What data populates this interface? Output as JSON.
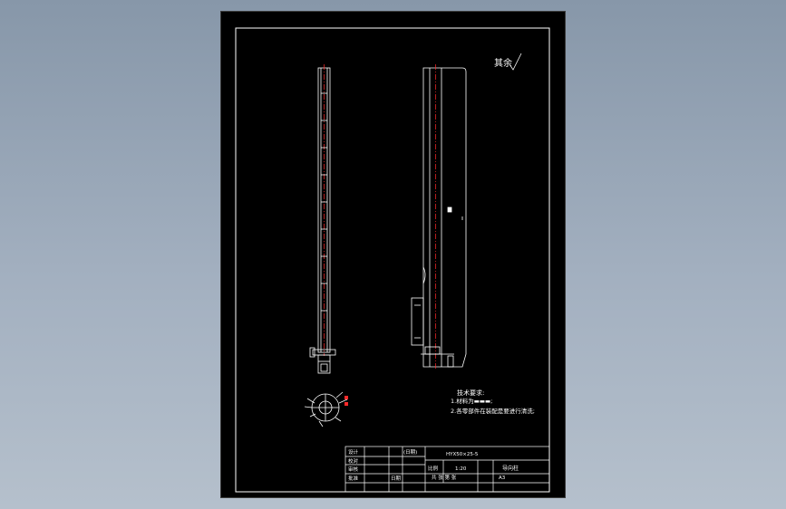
{
  "drawing": {
    "roughness_mark": "其余",
    "notes_title": "技术要求:",
    "notes": [
      "1.材料为▬▬▬;",
      "2.各零部件在装配是要进行清洗;"
    ]
  },
  "title_block": {
    "r1_design": "设计",
    "r1_std": "(日期)",
    "r1_part": "HYX50×25-5",
    "r2_check": "校对",
    "r3_review": "审核",
    "r3_scale_label": "比例",
    "r3_scale": "1:20",
    "r3_name": "导向柱",
    "r4_approve": "批准",
    "r4_date": "日期",
    "r4_sheet": "共  张  第  张",
    "r4_code": "A3"
  },
  "colors": {
    "line": "#ffffff",
    "center_line": "#ff2a2a",
    "sheet_bg": "#000000"
  }
}
